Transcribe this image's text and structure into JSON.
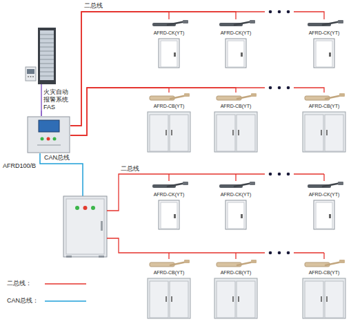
{
  "diagram": {
    "nodes": [
      {
        "text": [
          "火灾自动 报警系统 FAS"
        ]
      },
      {
        "text": [
          "AFRD100/B"
        ]
      },
      {
        "text": [
          "AFRD-CK(YT)"
        ]
      },
      {
        "text": [
          "AFRD-CK(YT)"
        ]
      },
      {
        "text": [
          "AFRD-CK(YT)"
        ]
      },
      {
        "text": [
          "AFRD-CB(YT)"
        ]
      },
      {
        "text": [
          "AFRD-CB(YT)"
        ]
      },
      {
        "text": [
          "AFRD-CB(YT)"
        ]
      },
      {
        "text": [
          "AFRD-CK(YT)"
        ]
      },
      {
        "text": [
          "AFRD-CK(YT)"
        ]
      },
      {
        "text": [
          "AFRD-CK(YT)"
        ]
      },
      {
        "text": [
          "AFRD-CB(YT)"
        ]
      },
      {
        "text": [
          "AFRD-CB(YT)"
        ]
      },
      {
        "text": [
          "AFRD-CB(YT)"
        ]
      }
    ],
    "edges": [
      {
        "from": 0,
        "to": 1,
        "arrow": "none"
      },
      {
        "from": 1,
        "to": 2,
        "arrow": "none"
      },
      {
        "from": 1,
        "to": 3,
        "arrow": "none"
      },
      {
        "from": 1,
        "to": 4,
        "arrow": "none"
      },
      {
        "from": 1,
        "to": 5,
        "arrow": "none"
      },
      {
        "from": 1,
        "to": 6,
        "arrow": "none"
      },
      {
        "from": 1,
        "to": 7,
        "arrow": "none"
      }
    ],
    "labels": [
      "二总线",
      "CAN总线",
      "二总线"
    ],
    "legend": [
      {
        "text": "二总线："
      },
      {
        "text": "CAN总线："
      }
    ]
  }
}
